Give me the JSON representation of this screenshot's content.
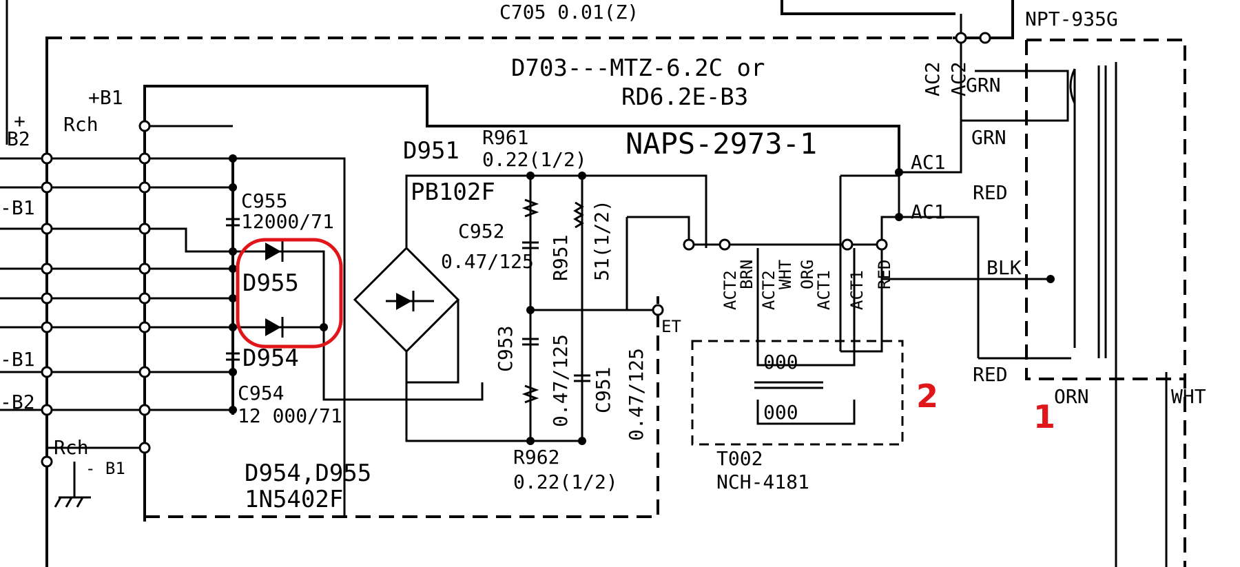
{
  "header": {
    "c705": "C705 0.01(Z)",
    "npt": "NPT-935G",
    "d703_line1": "D703---MTZ-6.2C or",
    "d703_line2": "RD6.2E-B3",
    "naps": "NAPS-2973-1"
  },
  "left_terminals": {
    "plus_b1": "+B1",
    "rch_top": "Rch",
    "b2_plus_sign": "+",
    "b2_top": "B2",
    "minus_b1_top": "-B1",
    "minus_b1_low": "-B1",
    "minus_b2": "-B2",
    "rch_bottom": "Rch",
    "minus_b1_bottom": "- B1"
  },
  "components": {
    "c955_name": "C955",
    "c955_value": "12000/71",
    "d955": "D955",
    "d954": "D954",
    "c954_name": "C954",
    "c954_value": "12 000/71",
    "diode_note_line1": "D954,D955",
    "diode_note_line2": "1N5402F",
    "d951": "D951",
    "r961_name": "R961",
    "r961_value": "0.22(1/2)",
    "pb102f": "PB102F",
    "c952_name": "C952",
    "c952_value": "0.47/125",
    "r951": "R951",
    "r951_value": "51(1/2)",
    "c953": "C953",
    "c953_value": "0.47/125",
    "c951": "C951",
    "c951_value": "0.47/125",
    "r962_name": "R962",
    "r962_value": "0.22(1/2)",
    "et": "ET",
    "t002_name": "T002",
    "t002_part": "NCH-4181",
    "coil_top": "000",
    "coil_bottom": "000"
  },
  "connector_pins": {
    "act2": "ACT2",
    "brn": "BRN",
    "act2b": "ACT2",
    "wht": "WHT",
    "org": "ORG",
    "act1": "ACT1",
    "act1b": "ACT1",
    "red": "RED"
  },
  "transformer": {
    "ac2_a": "AC2",
    "ac2_b": "AC2",
    "grn_1": "GRN",
    "grn_2": "GRN",
    "ac1_a": "AC1",
    "ac1_b": "AC1",
    "red_1": "RED",
    "blk": "BLK",
    "red_2": "RED",
    "orn": "ORN",
    "wht": "WHT"
  },
  "annotations": {
    "mark_1": "1",
    "mark_2": "2",
    "highlight_color": "#e0161b"
  }
}
